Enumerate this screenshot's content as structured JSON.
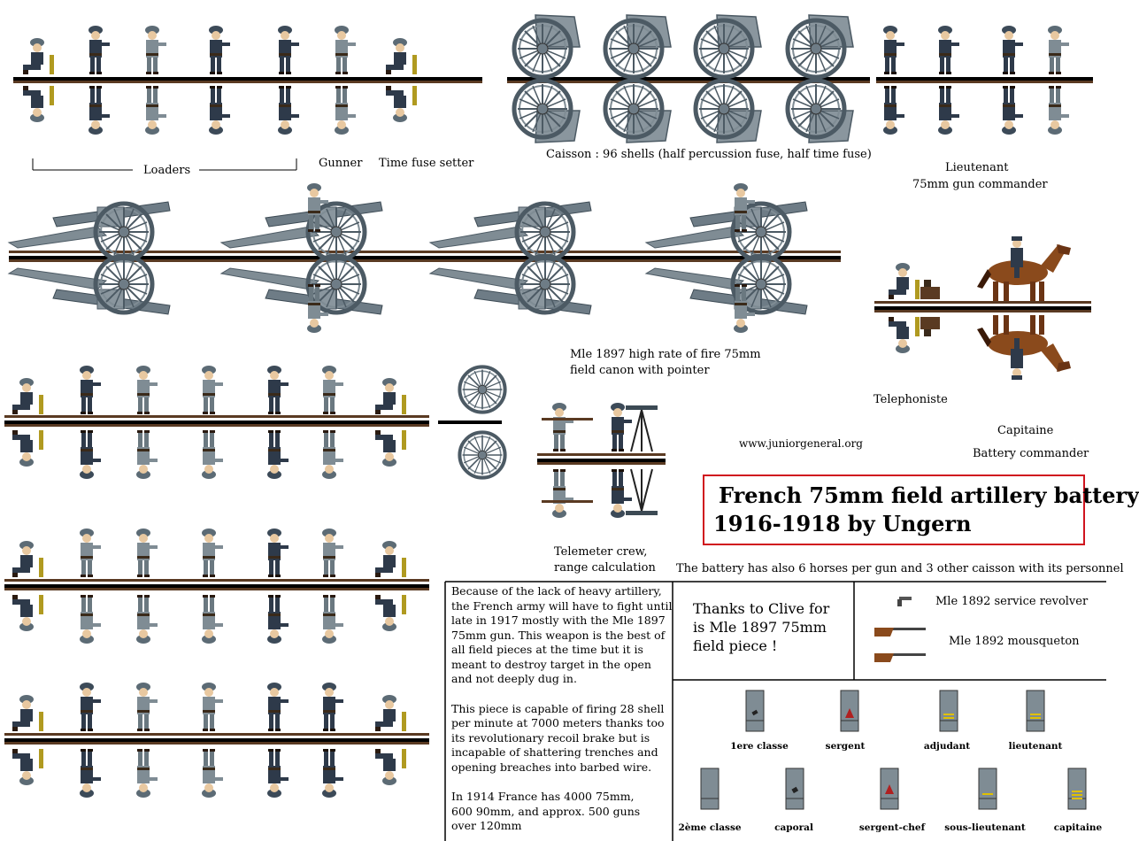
{
  "title": {
    "line1": "French 75mm field artillery battery",
    "line2": "1916-1918 by Ungern"
  },
  "website": "www.juniorgeneral.org",
  "labels": {
    "loaders": "Loaders",
    "gunner": "Gunner",
    "time_fuse_setter": "Time fuse setter",
    "caisson": "Caisson : 96 shells (half percussion fuse, half time fuse)",
    "lieutenant": "Lieutenant",
    "gun_commander": "75mm gun commander",
    "field_canon_1": "Mle 1897 high rate of fire 75mm",
    "field_canon_2": "field canon with pointer",
    "telephoniste": "Telephoniste",
    "capitaine": "Capitaine",
    "battery_commander": "Battery commander",
    "telemeter_1": "Telemeter crew,",
    "telemeter_2": "range calculation",
    "battery_note": "The battery has also 6 horses per gun and 3 other caisson with its personnel"
  },
  "description": {
    "p1": "Because of the lack of heavy artillery, the French army will have to fight until late in 1917 mostly with the Mle 1897 75mm gun. This weapon is the best of all field pieces at the time but it is meant to destroy target in the open and not deeply dug in.",
    "p2": "This piece is capable of firing 28 shell per minute at 7000 meters thanks too its revolutionary recoil brake but is incapable of shattering trenches and opening breaches into barbed wire.",
    "p3": "In 1914 France has 4000 75mm, 600 90mm, and approx. 500 guns over 120mm"
  },
  "thanks": "Thanks to Clive for is Mle 1897 75mm field piece !",
  "weapons": {
    "revolver": "Mle 1892 service revolver",
    "mousqueton": "Mle 1892 mousqueton"
  },
  "ranks": {
    "r1": "1ere classe",
    "r2": "sergent",
    "r3": "adjudant",
    "r4": "lieutenant",
    "r5": "2ème classe",
    "r6": "caporal",
    "r7": "sergent-chef",
    "r8": "sous-lieutenant",
    "r9": "capitaine"
  },
  "colors": {
    "horizon_blue": "#7f8c94",
    "dark_blue": "#2e3a4a",
    "gun_grey": "#6e7c86",
    "ground_brown": "#5a3a22",
    "frame_red": "#d0141e",
    "stripe_red": "#b02020",
    "stripe_gold": "#e0c000"
  }
}
